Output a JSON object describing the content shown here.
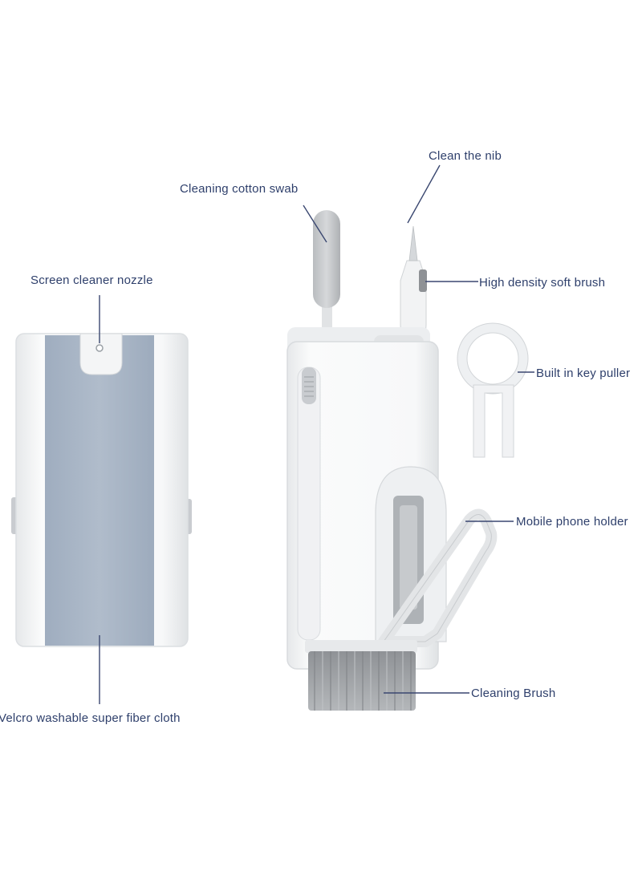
{
  "labels": {
    "screen_nozzle": "Screen cleaner nozzle",
    "cloth": "Velcro washable super fiber cloth",
    "cotton_swab": "Cleaning cotton swab",
    "clean_nib": "Clean the nib",
    "soft_brush": "High density soft brush",
    "key_puller": "Built in key puller",
    "phone_holder": "Mobile phone holder",
    "cleaning_brush": "Cleaning Brush"
  },
  "colors": {
    "label_text": "#2e3f6b",
    "leader_line": "#3a4770",
    "cloth_blue": "#a9b6c6",
    "body_white": "#f6f7f8",
    "body_shadow": "#d9dcdf",
    "bristle_gray": "#a3a6a9",
    "swab_gray": "#c5c8cb"
  }
}
